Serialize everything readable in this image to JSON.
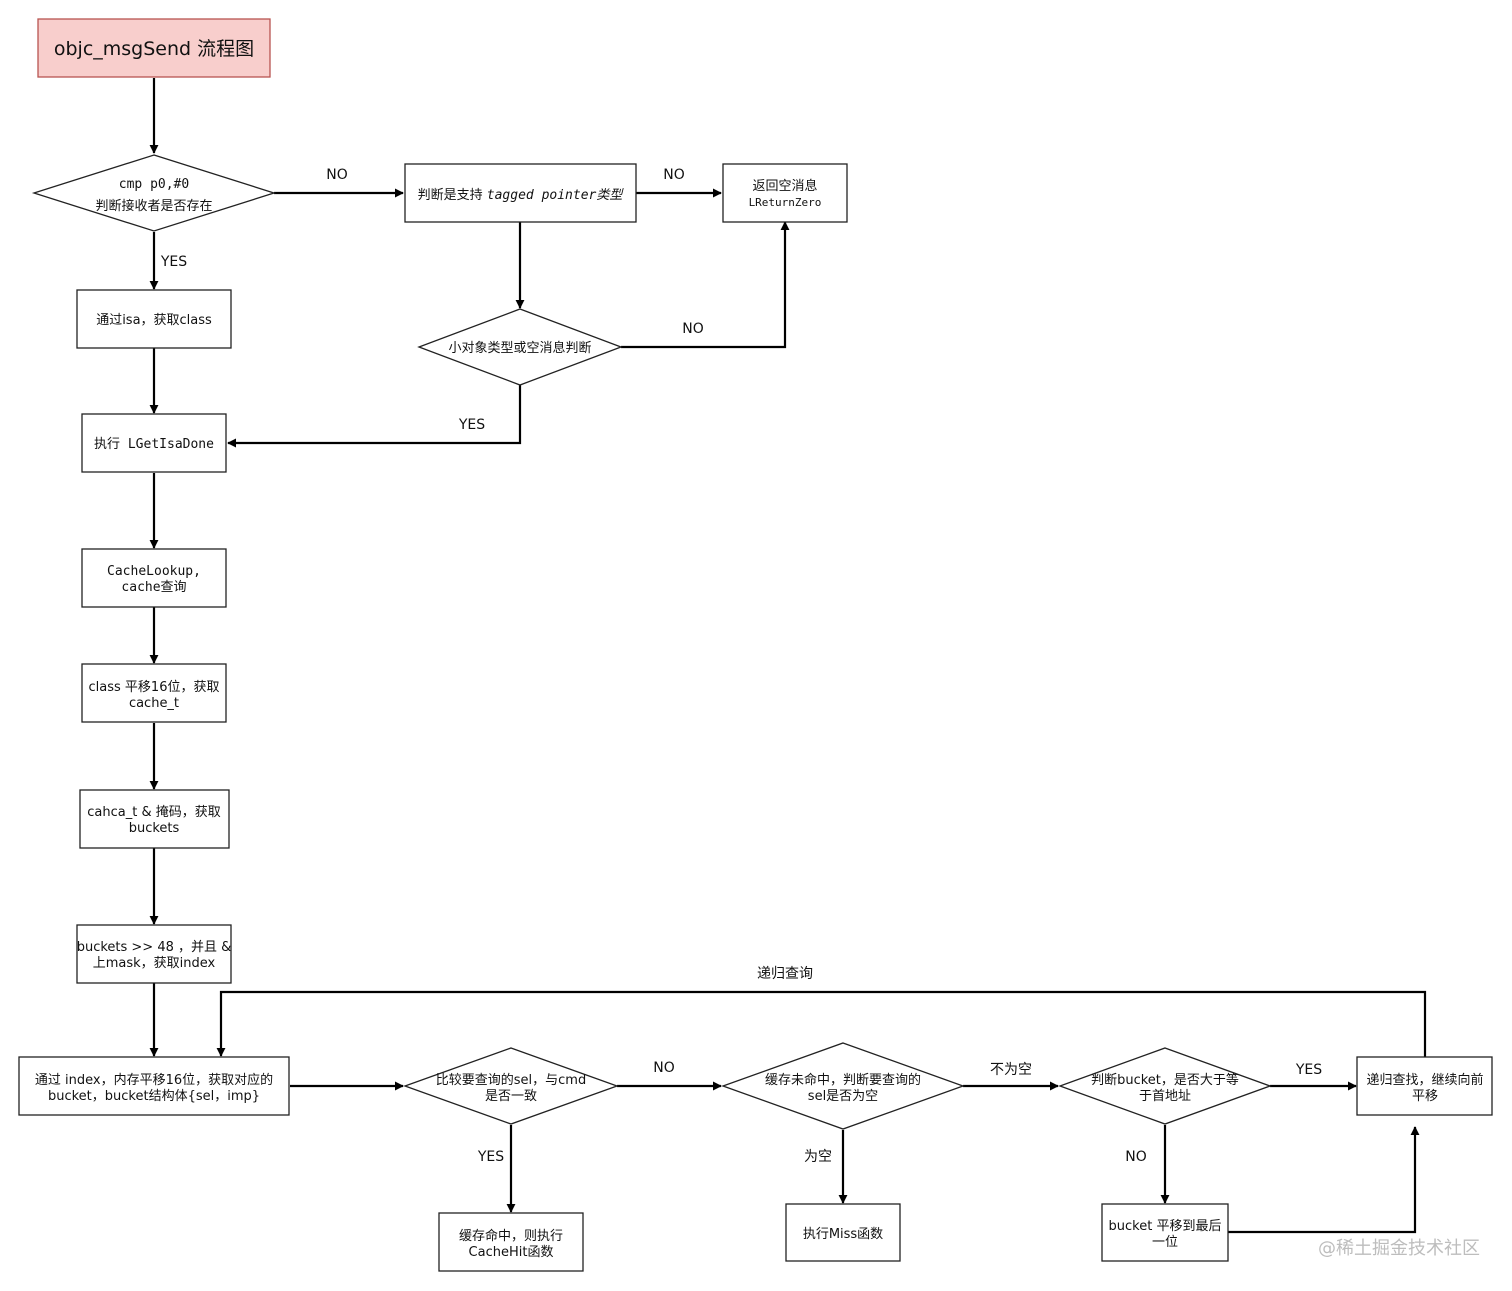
{
  "diagram": {
    "title": "objc_msgSend 流程图",
    "watermark": "@稀土掘金技术社区",
    "colors": {
      "title_fill": "#f8cecc",
      "title_stroke": "#b85450",
      "line": "#000000"
    },
    "nodes": {
      "check_receiver": {
        "line1": "cmp p0,#0",
        "line2": "判断接收者是否存在"
      },
      "get_class": {
        "text": "通过isa，获取class"
      },
      "tagged_pointer_check": {
        "plain": "判断是支持 ",
        "italic": "tagged pointer类型"
      },
      "return_zero": {
        "line1": "返回空消息",
        "line2": "LReturnZero"
      },
      "small_object_check": {
        "text": "小对象类型或空消息判断"
      },
      "get_isa_done": {
        "text": "执行 LGetIsaDone"
      },
      "cache_lookup": {
        "line1": "CacheLookup,",
        "line2": "cache查询"
      },
      "class_shift": {
        "line1": "class 平移16位，获取",
        "line2": "cache_t"
      },
      "cache_mask": {
        "line1": "cahca_t & 掩码，获取",
        "line2": "buckets"
      },
      "buckets_shift": {
        "line1": "buckets >> 48 ，并且 &",
        "line2": "上mask，获取index"
      },
      "bucket_index": {
        "line1": "通过 index，内存平移16位，获取对应的",
        "line2": "bucket，bucket结构体{sel，imp}"
      },
      "compare_sel": {
        "line1": "比较要查询的sel，与cmd",
        "line2": "是否一致"
      },
      "cache_hit": {
        "line1": "缓存命中，则执行",
        "line2": "CacheHit函数"
      },
      "cache_miss_check": {
        "line1": "缓存未命中，判断要查询的",
        "line2": "sel是否为空"
      },
      "miss": {
        "text": "执行Miss函数"
      },
      "bucket_first_check": {
        "line1": "判断bucket，是否大于等",
        "line2": "于首地址"
      },
      "bucket_last": {
        "line1": "bucket 平移到最后",
        "line2": "一位"
      },
      "recursive_search": {
        "line1": "递归查找，继续向前",
        "line2": "平移"
      }
    },
    "edge_labels": {
      "receiver_no": "NO",
      "receiver_yes": "YES",
      "tagged_no": "NO",
      "small_no": "NO",
      "small_yes": "YES",
      "recursion": "递归查询",
      "compare_no": "NO",
      "compare_yes": "YES",
      "not_empty": "不为空",
      "empty": "为空",
      "first_yes": "YES",
      "first_no": "NO"
    }
  }
}
